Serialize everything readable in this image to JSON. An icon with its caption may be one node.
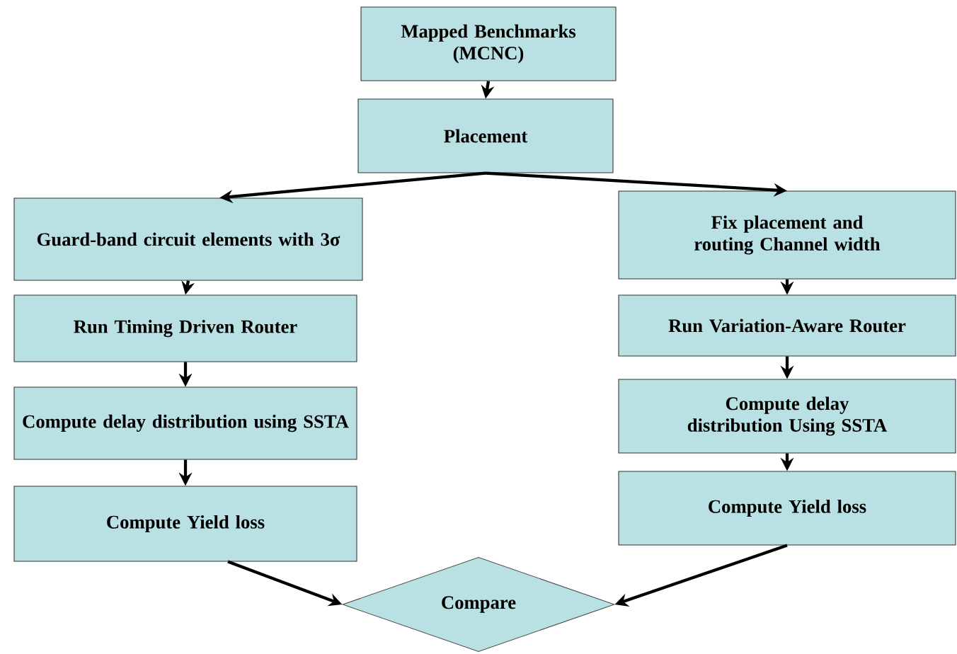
{
  "diagram": {
    "nodes": [
      {
        "text": [
          "Mapped Benchmarks (MCNC)"
        ]
      },
      {
        "text": [
          "Placement"
        ]
      },
      {
        "text": [
          "Guard-band circuit elements with 3σ"
        ]
      },
      {
        "text": [
          "Run Timing Driven Router"
        ]
      },
      {
        "text": [
          "Compute delay distribution using SSTA"
        ]
      },
      {
        "text": [
          "Compute Yield loss"
        ]
      },
      {
        "text": [
          "Fix placement and routing Channel width"
        ]
      },
      {
        "text": [
          "Run Variation-Aware Router"
        ]
      },
      {
        "text": [
          "Compute delay distribution Using SSTA"
        ]
      },
      {
        "text": [
          "Compute Yield loss"
        ]
      },
      {
        "text": [
          "Compare"
        ]
      }
    ],
    "edges": [
      {
        "from": 0,
        "to": 1,
        "arrow": "to"
      },
      {
        "from": 1,
        "to": 2,
        "arrow": "to"
      },
      {
        "from": 1,
        "to": 6,
        "arrow": "to"
      },
      {
        "from": 2,
        "to": 3,
        "arrow": "to"
      },
      {
        "from": 3,
        "to": 4,
        "arrow": "to"
      },
      {
        "from": 4,
        "to": 5,
        "arrow": "to"
      },
      {
        "from": 6,
        "to": 7,
        "arrow": "to"
      },
      {
        "from": 7,
        "to": 8,
        "arrow": "to"
      },
      {
        "from": 8,
        "to": 9,
        "arrow": "to"
      },
      {
        "from": 5,
        "to": 10,
        "arrow": "to"
      },
      {
        "from": 9,
        "to": 10,
        "arrow": "to"
      }
    ]
  }
}
